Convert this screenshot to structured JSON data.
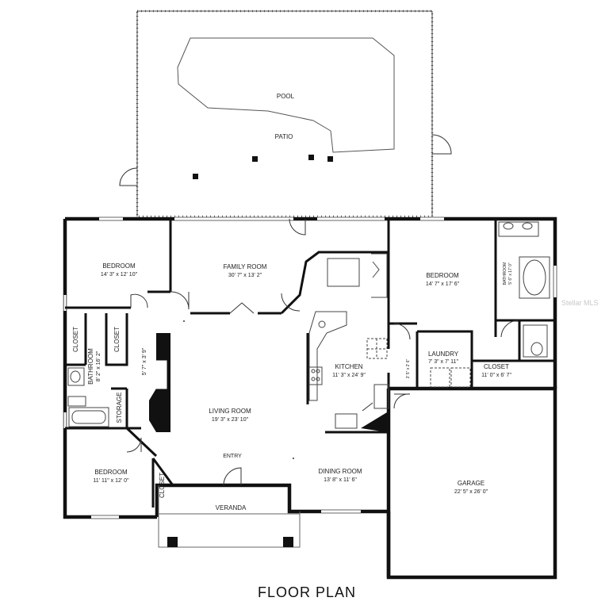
{
  "title": "FLOOR PLAN",
  "watermark": "Stellar MLS",
  "outdoor": {
    "pool": "POOL",
    "patio": "PATIO",
    "veranda": "VERANDA",
    "entry": "ENTRY"
  },
  "rooms": {
    "bedroom1": {
      "name": "BEDROOM",
      "dims": "14' 3\" x 12' 10\""
    },
    "family_room": {
      "name": "FAMILY ROOM",
      "dims": "30' 7\" x 13' 2\""
    },
    "bedroom2": {
      "name": "BEDROOM",
      "dims": "14' 7\" x 17' 6\""
    },
    "bathroom_right": {
      "name": "BATHROOM",
      "dims": "5' 6\" x 17' 0\""
    },
    "closet_a": {
      "name": "CLOSET"
    },
    "closet_b": {
      "name": "CLOSET"
    },
    "bathroom_left": {
      "name": "BATHROOM",
      "dims": "8' 2\" x 16' 2\""
    },
    "hall": {
      "dims": "5' 7\" x 3' 9\""
    },
    "storage": {
      "name": "STORAGE"
    },
    "living_room": {
      "name": "LIVING ROOM",
      "dims": "19' 3\" x 23' 10\""
    },
    "kitchen": {
      "name": "KITCHEN",
      "dims": "11' 3\" x 24' 9\""
    },
    "pantry": {
      "dims": "3' 5\" x 2' 6\""
    },
    "laundry": {
      "name": "LAUNDRY",
      "dims": "7' 3\" x 7' 11\""
    },
    "closet_right": {
      "name": "CLOSET",
      "dims": "11' 0\" x 6' 7\""
    },
    "bedroom3": {
      "name": "BEDROOM",
      "dims": "11' 11\" x 12' 0\""
    },
    "closet_c": {
      "name": "CLOSET"
    },
    "dining_room": {
      "name": "DINING ROOM",
      "dims": "13' 8\" x 11' 6\""
    },
    "garage": {
      "name": "GARAGE",
      "dims": "22' 5\" x 26' 0\""
    }
  }
}
